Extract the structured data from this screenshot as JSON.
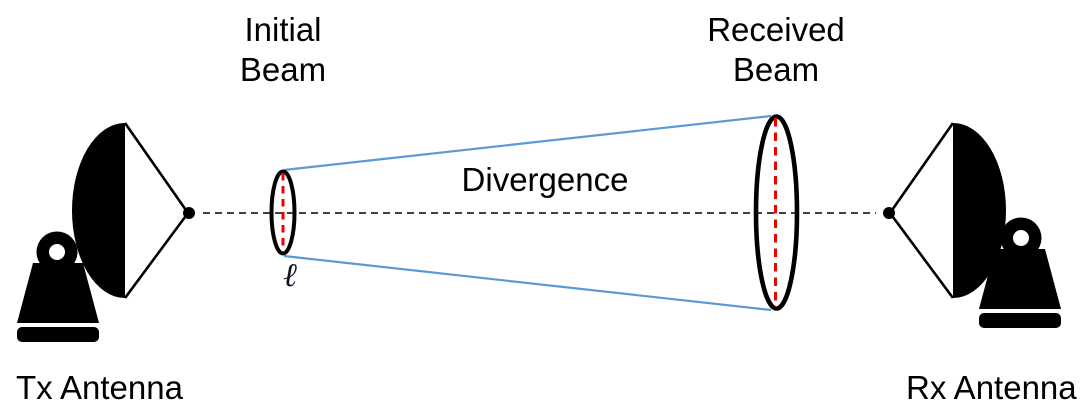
{
  "diagram": {
    "title_semantics": "Antenna beam divergence diagram",
    "labels": {
      "initial_beam_line1": "Initial",
      "initial_beam_line2": "Beam",
      "received_beam_line1": "Received",
      "received_beam_line2": "Beam",
      "divergence": "Divergence",
      "tx_antenna": "Tx Antenna",
      "rx_antenna": "Rx Antenna",
      "beam_width_symbol": "ℓ"
    },
    "colors": {
      "beam_line_blue": "#5B9BD5",
      "diameter_dash_red": "#F20000",
      "ink_black": "#000000"
    }
  }
}
